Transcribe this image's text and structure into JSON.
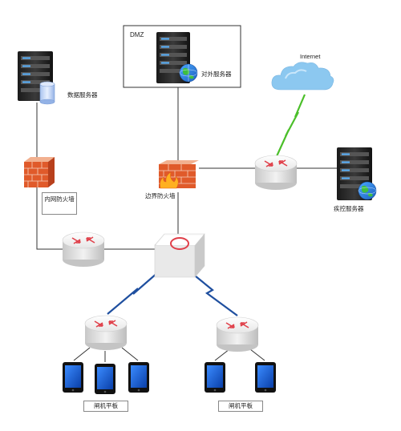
{
  "dmz": {
    "label": "DMZ"
  },
  "internet": {
    "label": "Internet"
  },
  "servers": {
    "data": "数据服务器",
    "external": "对外服务器",
    "monitor": "疾控服务器"
  },
  "firewalls": {
    "internal": "内网防火墙",
    "border": "边界防火墙"
  },
  "devices": {
    "gate_tablets_left": "闸机平板",
    "gate_tablets_right": "闸机平板"
  },
  "colors": {
    "line": "#333333",
    "wireless_blue": "#1f4f9f",
    "wireless_green": "#4bbf2a",
    "router_arrow": "#e0404a",
    "firewall": "#e05a2a",
    "cloud": "#8cc8f0"
  }
}
